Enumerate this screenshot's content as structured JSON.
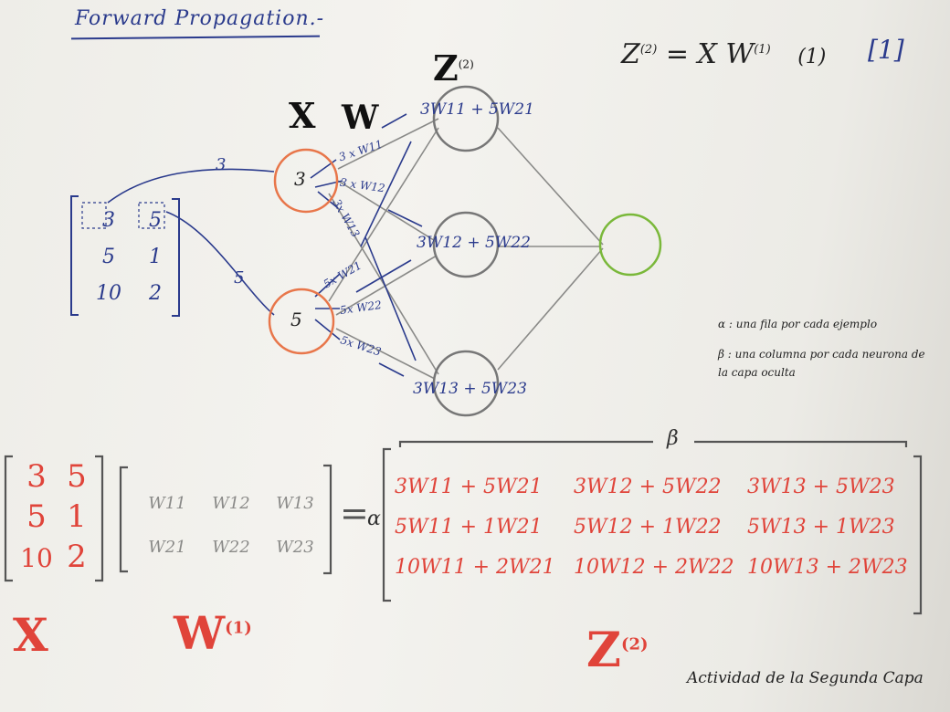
{
  "title": "Forward Propagation.-",
  "equation": {
    "lhs": "Z",
    "lhs_sup": "(2)",
    "eq": "= X W",
    "w_sup": "(1)",
    "num": "(1)",
    "ref": "[1]"
  },
  "labels": {
    "x": "X",
    "w": "W",
    "z": "Z",
    "z_sup": "(2)"
  },
  "input_matrix": {
    "rows": [
      [
        "3",
        "5"
      ],
      [
        "5",
        "1"
      ],
      [
        "10",
        "2"
      ]
    ]
  },
  "input_nodes": [
    "3",
    "5"
  ],
  "arrow_values": [
    "3",
    "5"
  ],
  "weights_x1": [
    "3 x W11",
    "3 x W12",
    "3x W13"
  ],
  "weights_x2": [
    "5x W21",
    "5x W22",
    "5x W23"
  ],
  "hidden_nodes": [
    "3W11 + 5W21",
    "3W12 + 5W22",
    "3W13 + 5W23"
  ],
  "notes": [
    "α : una fila por cada ejemplo",
    "β : una columna por cada neurona de la capa oculta"
  ],
  "bottom_matrix_x": [
    [
      "3",
      "5"
    ],
    [
      "5",
      "1"
    ],
    [
      "10",
      "2"
    ]
  ],
  "bottom_matrix_w": [
    [
      "W11",
      "W12",
      "W13"
    ],
    [
      "W21",
      "W22",
      "W23"
    ]
  ],
  "alpha": "α",
  "beta": "β",
  "result_matrix": [
    [
      "3W11 + 5W21",
      "3W12 + 5W22",
      "3W13 + 5W23"
    ],
    [
      "5W11 + 1W21",
      "5W12 + 1W22",
      "5W13 + 1W23"
    ],
    [
      "10W11 + 2W21",
      "10W12 + 2W22",
      "10W13 + 2W23"
    ]
  ],
  "bottom_labels": {
    "x": "X",
    "w": "W",
    "w_sup": "(1)",
    "z": "Z",
    "z_sup": "(2)"
  },
  "caption": "Actividad de la Segunda Capa",
  "colors": {
    "blue_ink": "#2a3a8c",
    "orange_node": "#e8764a",
    "green_node": "#7ab83a",
    "red_marker": "#e0443a",
    "grey_pencil": "#8a8a88"
  }
}
